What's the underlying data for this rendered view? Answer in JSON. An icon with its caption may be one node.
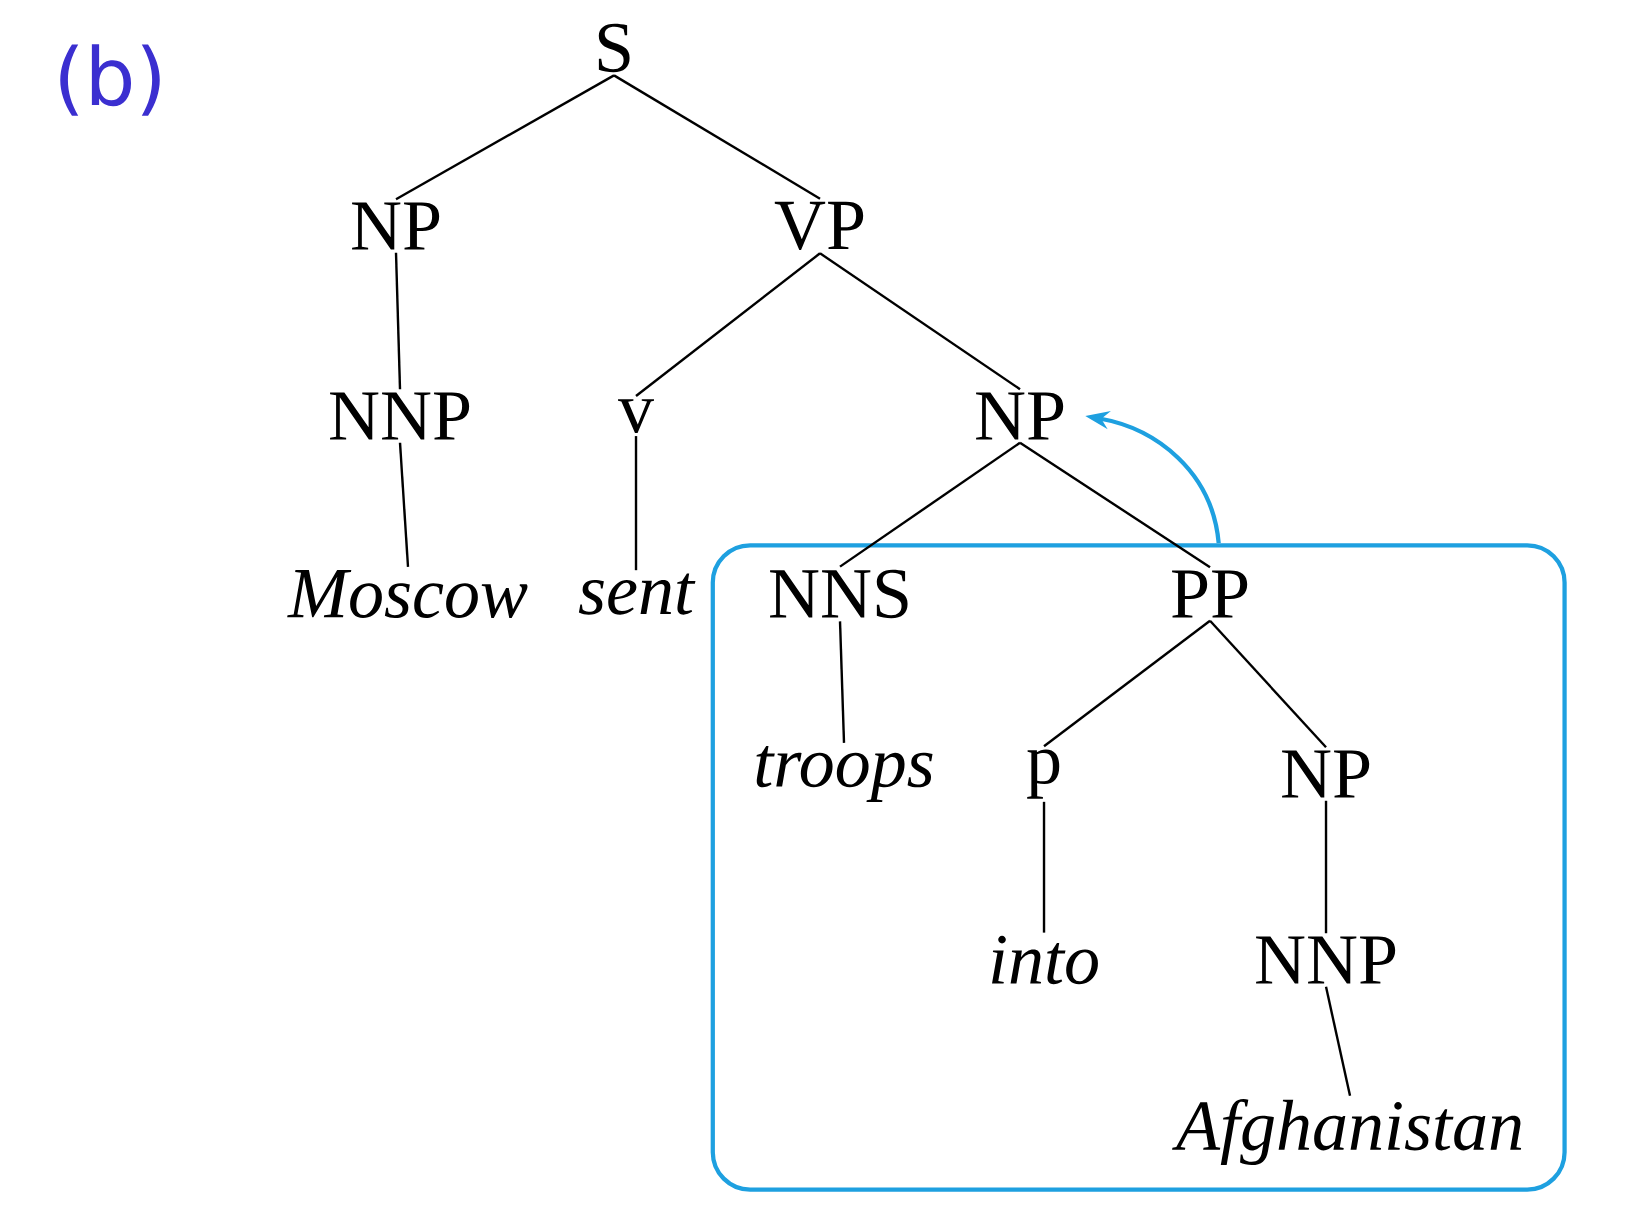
{
  "diagram": {
    "nodes": [
      {
        "text": [
          "S"
        ]
      },
      {
        "text": [
          "NP"
        ]
      },
      {
        "text": [
          "VP"
        ]
      },
      {
        "text": [
          "NNP"
        ]
      },
      {
        "text": [
          "v"
        ]
      },
      {
        "text": [
          "NP"
        ]
      },
      {
        "text": [
          "Moscow"
        ]
      },
      {
        "text": [
          "sent"
        ]
      },
      {
        "text": [],
        "shape": "box"
      },
      {
        "text": [
          "NNS"
        ],
        "in": 8
      },
      {
        "text": [
          "PP"
        ],
        "in": 8
      },
      {
        "text": [
          "troops"
        ],
        "in": 8
      },
      {
        "text": [
          "p"
        ],
        "in": 8
      },
      {
        "text": [
          "NP"
        ],
        "in": 8
      },
      {
        "text": [
          "into"
        ],
        "in": 8
      },
      {
        "text": [
          "NNP"
        ],
        "in": 8
      },
      {
        "text": [
          "Afghanistan"
        ],
        "in": 8
      }
    ],
    "edges": [
      {
        "from": 0,
        "to": 1,
        "arrow": "none"
      },
      {
        "from": 0,
        "to": 2,
        "arrow": "none"
      },
      {
        "from": 1,
        "to": 3,
        "arrow": "none"
      },
      {
        "from": 3,
        "to": 6,
        "arrow": "none"
      },
      {
        "from": 2,
        "to": 4,
        "arrow": "none"
      },
      {
        "from": 2,
        "to": 5,
        "arrow": "none"
      },
      {
        "from": 4,
        "to": 7,
        "arrow": "none"
      },
      {
        "from": 5,
        "to": 9,
        "arrow": "none"
      },
      {
        "from": 5,
        "to": 10,
        "arrow": "none"
      },
      {
        "from": 9,
        "to": 11,
        "arrow": "none"
      },
      {
        "from": 10,
        "to": 12,
        "arrow": "none"
      },
      {
        "from": 10,
        "to": 13,
        "arrow": "none"
      },
      {
        "from": 12,
        "to": 14,
        "arrow": "none"
      },
      {
        "from": 13,
        "to": 15,
        "arrow": "none"
      },
      {
        "from": 15,
        "to": 16,
        "arrow": "none"
      },
      {
        "from": 8,
        "to": 5,
        "arrow": "to",
        "color": "#1ea0e0"
      }
    ],
    "labels": [
      "(b)"
    ]
  }
}
